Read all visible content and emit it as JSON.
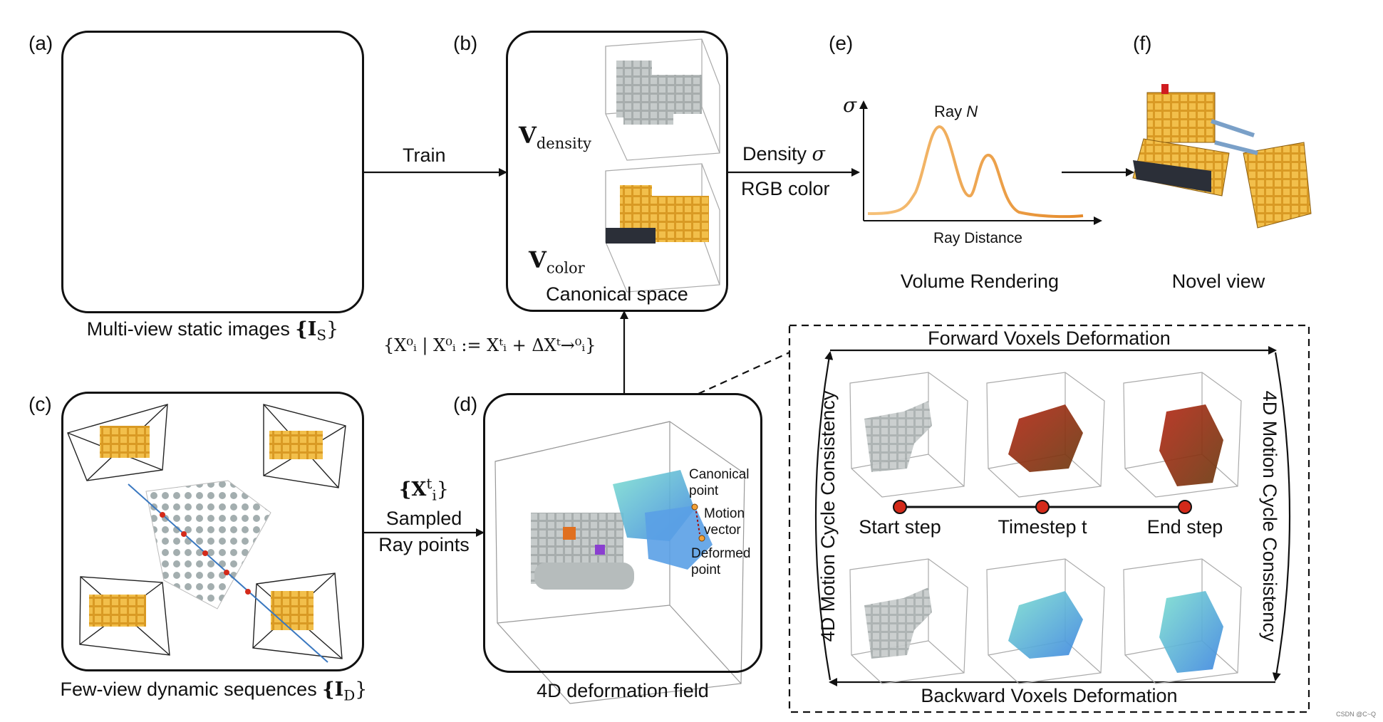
{
  "panels": {
    "a": {
      "tag": "(a)",
      "caption": "Multi-view static images",
      "caption_math": "{I",
      "caption_sub": "S",
      "caption_end": "}"
    },
    "b": {
      "tag": "(b)",
      "label_density": "V",
      "sub_density": "density",
      "label_color": "V",
      "sub_color": "color",
      "caption": "Canonical space"
    },
    "c": {
      "tag": "(c)",
      "caption": "Few-view dynamic sequences",
      "caption_math": "{I",
      "caption_sub": "D",
      "caption_end": "}"
    },
    "d": {
      "tag": "(d)",
      "caption": "4D deformation field",
      "annotations": {
        "canonical_1": "Canonical",
        "canonical_2": "point",
        "motion_1": "Motion",
        "motion_2": "vector",
        "deformed_1": "Deformed",
        "deformed_2": "point"
      }
    },
    "e": {
      "tag": "(e)",
      "sigma": "σ",
      "ray_title": "Ray",
      "ray_n": "N",
      "xlabel": "Ray Distance",
      "caption": "Volume Rendering"
    },
    "f": {
      "tag": "(f)",
      "caption": "Novel view"
    }
  },
  "arrows": {
    "train": "Train",
    "density": "Density",
    "density_sigma": "σ",
    "rgb": "RGB color",
    "sampled_set": "{X",
    "sampled_sup": "t",
    "sampled_sub": "i",
    "sampled_end": "}",
    "sampled": "Sampled",
    "ray_points": "Ray points",
    "mapping": "{X⁰ᵢ | X⁰ᵢ := Xᵗᵢ + ΔXᵗ→⁰ᵢ}"
  },
  "cycle": {
    "forward": "Forward Voxels Deformation",
    "backward": "Backward Voxels Deformation",
    "left": "4D Motion Cycle Consistency",
    "right": "4D Motion Cycle Consistency",
    "steps": [
      "Start step",
      "Timestep t",
      "End step"
    ]
  },
  "colors": {
    "accent_orange": "#f0a040",
    "ray_blue": "#3a78c0",
    "step_red": "#d42a1a",
    "voxel_gray": "#9aa0a0",
    "teal": "#6fd6cc",
    "blue": "#5aa0e6"
  },
  "watermark": "CSDN @C~Q"
}
